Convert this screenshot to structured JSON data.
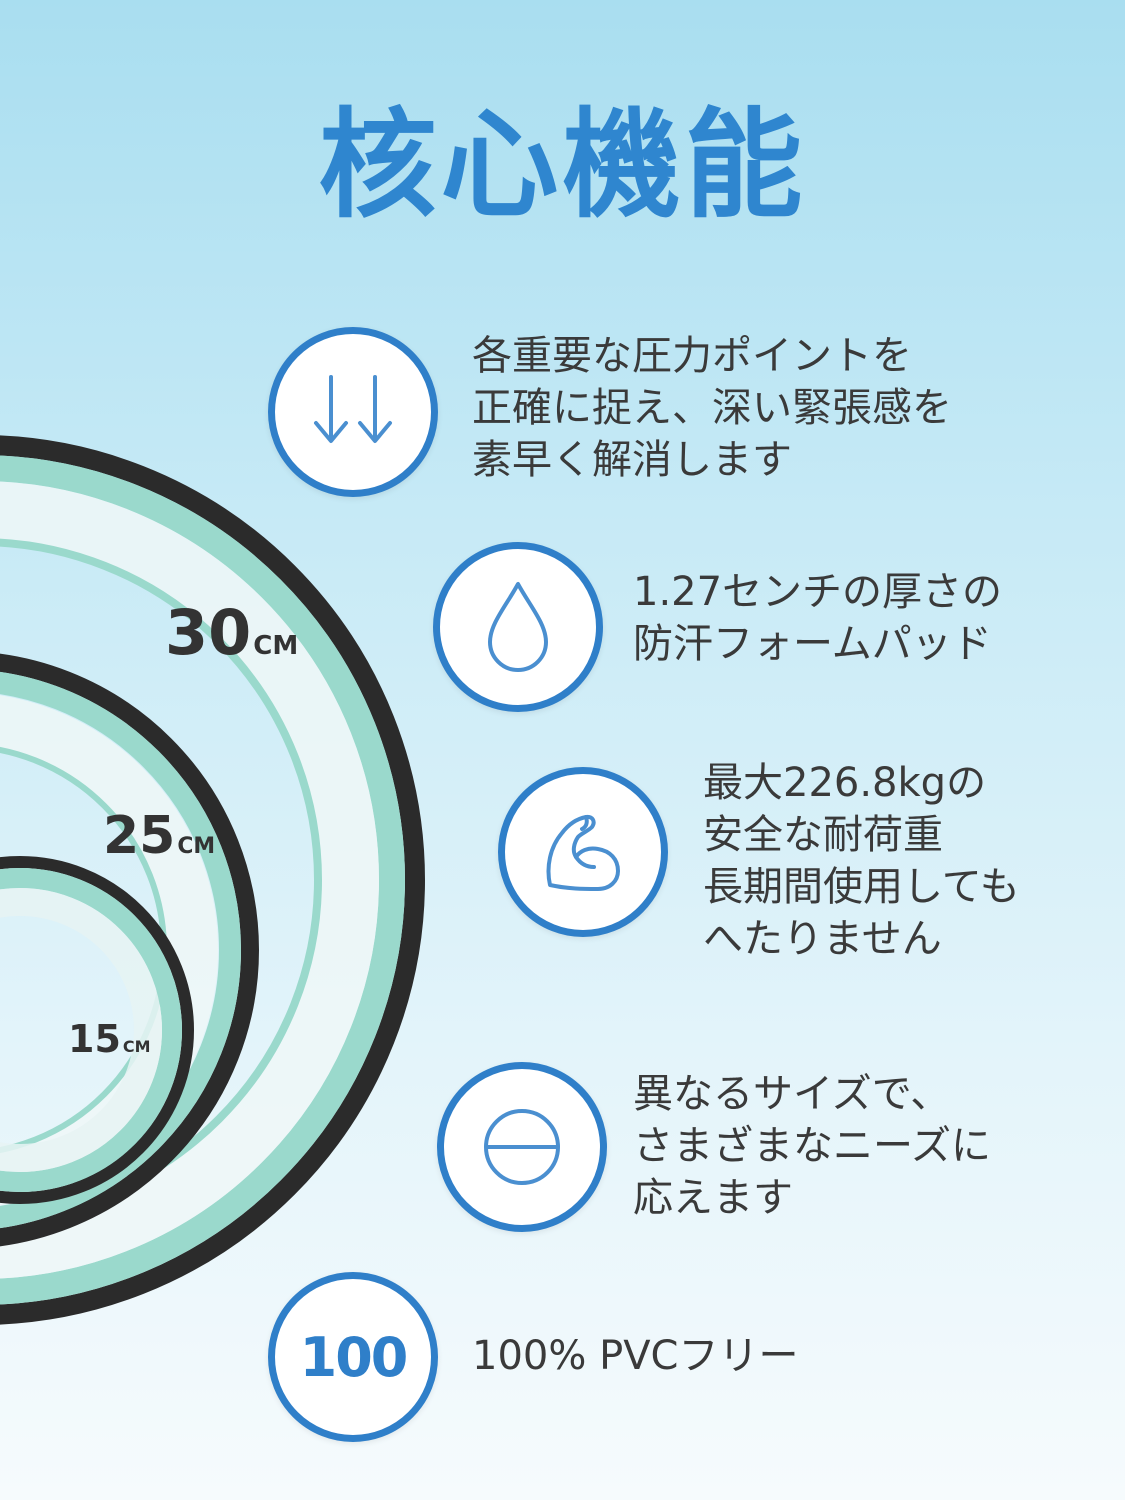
{
  "title": "核心機能",
  "sizes": [
    {
      "value": "30",
      "unit": "CM"
    },
    {
      "value": "25",
      "unit": "CM"
    },
    {
      "value": "15",
      "unit": "CM"
    }
  ],
  "features": [
    {
      "icon": "down-arrows-icon",
      "lines": [
        "各重要な圧力ポイントを",
        "正確に捉え、深い緊張感を",
        "素早く解消します"
      ]
    },
    {
      "icon": "water-drop-icon",
      "lines": [
        "1.27センチの厚さの",
        "防汗フォームパッド"
      ]
    },
    {
      "icon": "flexed-arm-icon",
      "lines": [
        "最大226.8kgの",
        "安全な耐荷重",
        "長期間使用しても",
        "へたりません"
      ]
    },
    {
      "icon": "circle-line-icon",
      "lines": [
        "異なるサイズで、",
        "さまざまなニーズに",
        "応えます"
      ]
    },
    {
      "icon": "number-100-icon",
      "icon_text": "100",
      "lines": [
        "100% PVCフリー"
      ]
    }
  ],
  "colors": {
    "accent": "#2f7fc9",
    "title": "#2f86cf",
    "wheel_outer": "#2b2b2b",
    "wheel_teal": "#9ad9cc",
    "wheel_inner": "#e8f4f4"
  }
}
